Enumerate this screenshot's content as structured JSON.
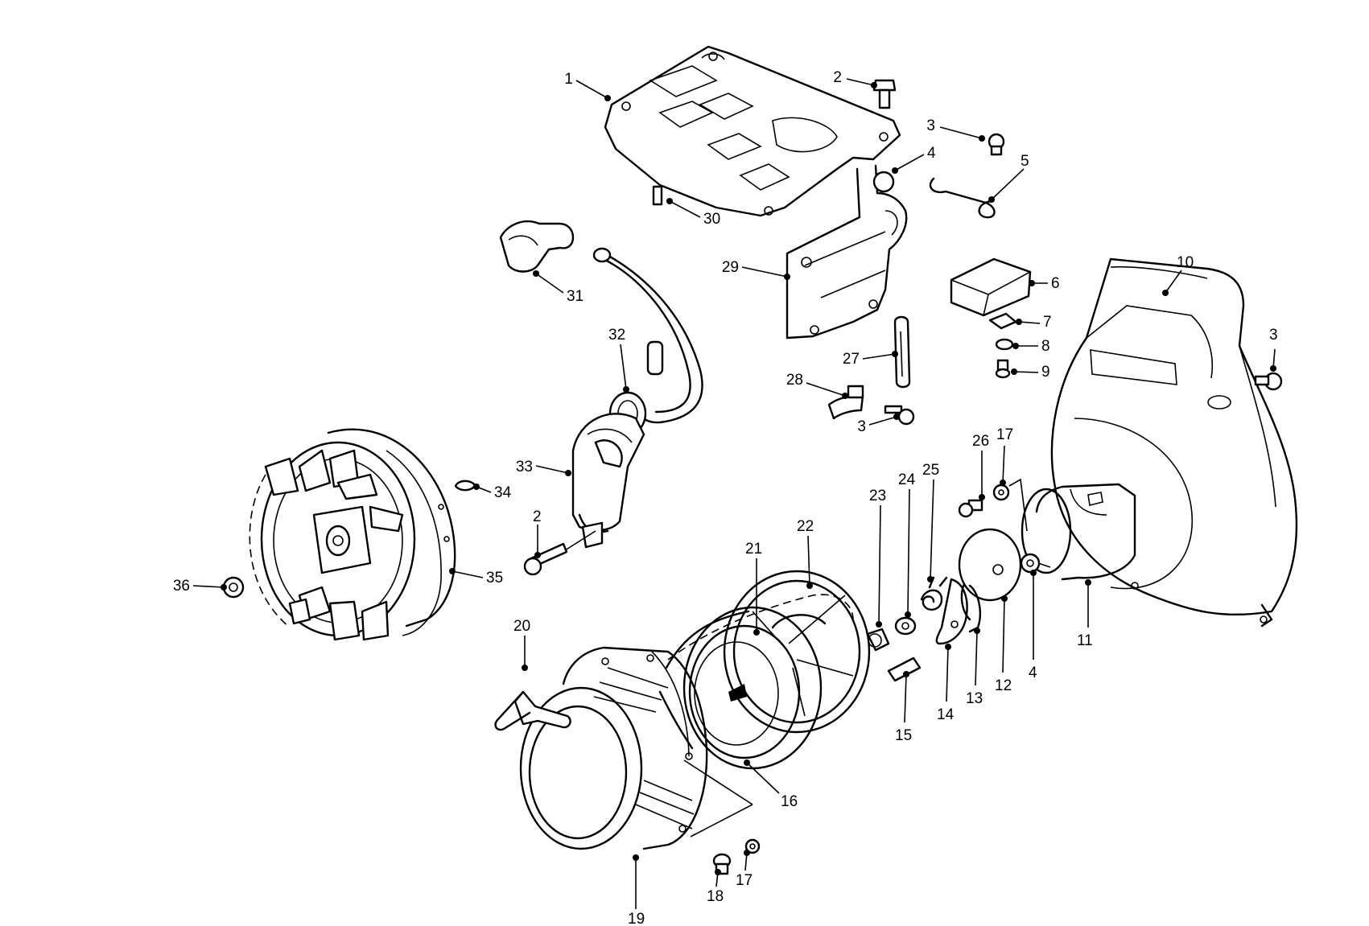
{
  "callouts": [
    {
      "id": "c1",
      "text": "1"
    },
    {
      "id": "c2a",
      "text": "2"
    },
    {
      "id": "c3a",
      "text": "3"
    },
    {
      "id": "c4a",
      "text": "4"
    },
    {
      "id": "c5",
      "text": "5"
    },
    {
      "id": "c6",
      "text": "6"
    },
    {
      "id": "c7",
      "text": "7"
    },
    {
      "id": "c8",
      "text": "8"
    },
    {
      "id": "c9",
      "text": "9"
    },
    {
      "id": "c10",
      "text": "10"
    },
    {
      "id": "c3b",
      "text": "3"
    },
    {
      "id": "c30",
      "text": "30"
    },
    {
      "id": "c29",
      "text": "29"
    },
    {
      "id": "c31",
      "text": "31"
    },
    {
      "id": "c32",
      "text": "32"
    },
    {
      "id": "c27",
      "text": "27"
    },
    {
      "id": "c28",
      "text": "28"
    },
    {
      "id": "c3c",
      "text": "3"
    },
    {
      "id": "c33",
      "text": "33"
    },
    {
      "id": "c34",
      "text": "34"
    },
    {
      "id": "c2b",
      "text": "2"
    },
    {
      "id": "c35",
      "text": "35"
    },
    {
      "id": "c36",
      "text": "36"
    },
    {
      "id": "c26",
      "text": "26"
    },
    {
      "id": "c17a",
      "text": "17"
    },
    {
      "id": "c25",
      "text": "25"
    },
    {
      "id": "c24",
      "text": "24"
    },
    {
      "id": "c23",
      "text": "23"
    },
    {
      "id": "c22",
      "text": "22"
    },
    {
      "id": "c21",
      "text": "21"
    },
    {
      "id": "c20",
      "text": "20"
    },
    {
      "id": "c11",
      "text": "11"
    },
    {
      "id": "c4b",
      "text": "4"
    },
    {
      "id": "c12",
      "text": "12"
    },
    {
      "id": "c13",
      "text": "13"
    },
    {
      "id": "c14",
      "text": "14"
    },
    {
      "id": "c15",
      "text": "15"
    },
    {
      "id": "c16",
      "text": "16"
    },
    {
      "id": "c17b",
      "text": "17"
    },
    {
      "id": "c18",
      "text": "18"
    },
    {
      "id": "c19",
      "text": "19"
    }
  ]
}
